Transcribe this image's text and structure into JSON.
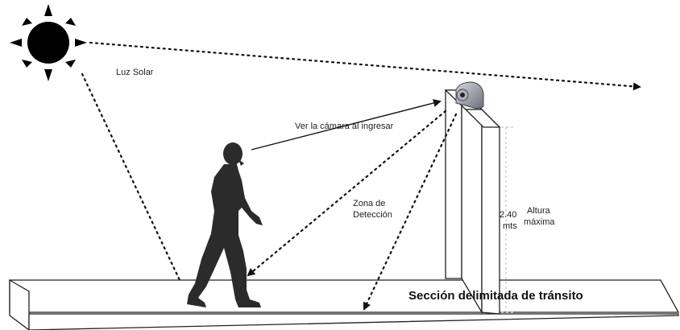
{
  "labels": {
    "sunlight": "Luz Solar",
    "look_camera": "Ver la cámara al ingresar",
    "detection_zone_line1": "Zona de",
    "detection_zone_line2": "Detección",
    "height_value_line1": "2.40",
    "height_value_line2": "mts",
    "max_height_line1": "Altura",
    "max_height_line2": "máxima",
    "section_title": "Sección delimitada de tránsito"
  },
  "colors": {
    "sun": "#000000",
    "person": "#2b2b2b",
    "lines": "#111111",
    "camera_body": "#9a9aa6",
    "dimension_line": "#b8b8b8"
  }
}
